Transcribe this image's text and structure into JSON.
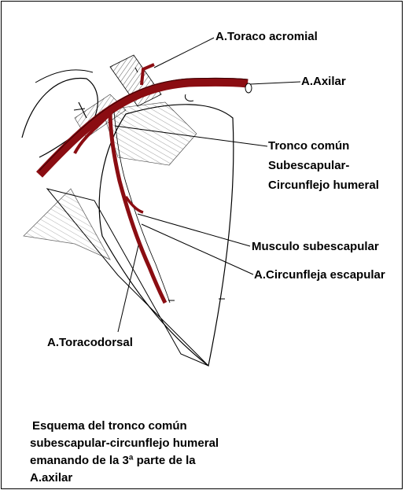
{
  "colors": {
    "artery": "#8b0d12",
    "artery_dark": "#5a0508",
    "line": "#000000",
    "background": "#ffffff"
  },
  "labels": {
    "toraco_acromial": "A.Toraco acromial",
    "axilar": "A.Axilar",
    "tronco_line1": "Tronco común",
    "tronco_line2": "Subescapular-",
    "tronco_line3": "Circunflejo humeral",
    "musculo_subescapular": "Musculo subescapular",
    "circunfleja_escapular": "A.Circunfleja escapular",
    "toracodorsal": "A.Toracodorsal"
  },
  "caption": {
    "line1": "Esquema del tronco común",
    "line2": "subescapular-circunflejo humeral",
    "line3": "emanando de la 3ª parte de la",
    "line4": "A.axilar"
  }
}
